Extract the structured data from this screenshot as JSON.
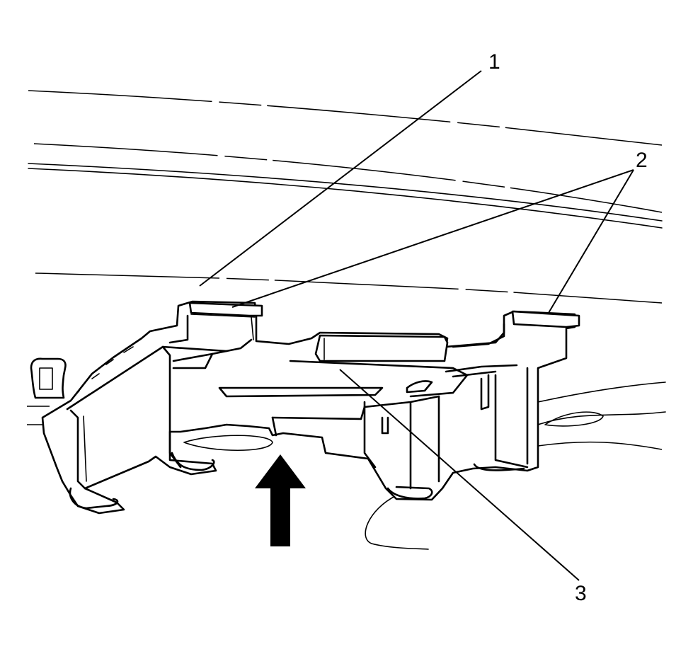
{
  "callouts": [
    {
      "id": "1",
      "label": "1"
    },
    {
      "id": "2",
      "label": "2"
    },
    {
      "id": "3",
      "label": "3"
    }
  ],
  "colors": {
    "line": "#000000",
    "background": "#ffffff"
  },
  "icons": {
    "direction_arrow": "arrow-up-icon"
  }
}
